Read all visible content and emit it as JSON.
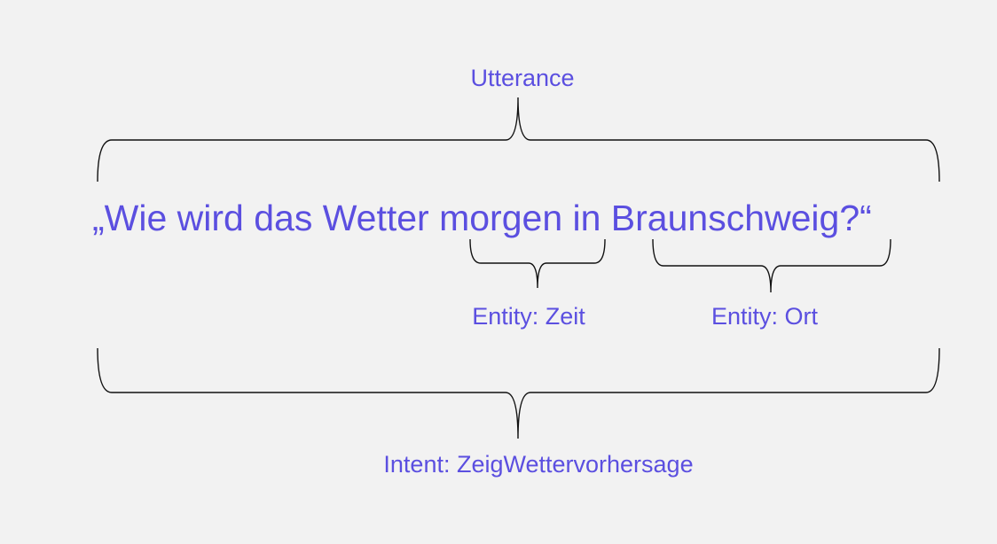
{
  "diagram": {
    "utterance_label": "Utterance",
    "sentence": "„Wie wird das Wetter morgen in Braunschweig?“",
    "entities": [
      {
        "label": "Entity: Zeit"
      },
      {
        "label": "Entity: Ort"
      }
    ],
    "intent_label": "Intent: ZeigWettervorhersage"
  },
  "colors": {
    "text": "#5b4fe0",
    "lines": "#111111",
    "background": "#f2f2f2"
  }
}
